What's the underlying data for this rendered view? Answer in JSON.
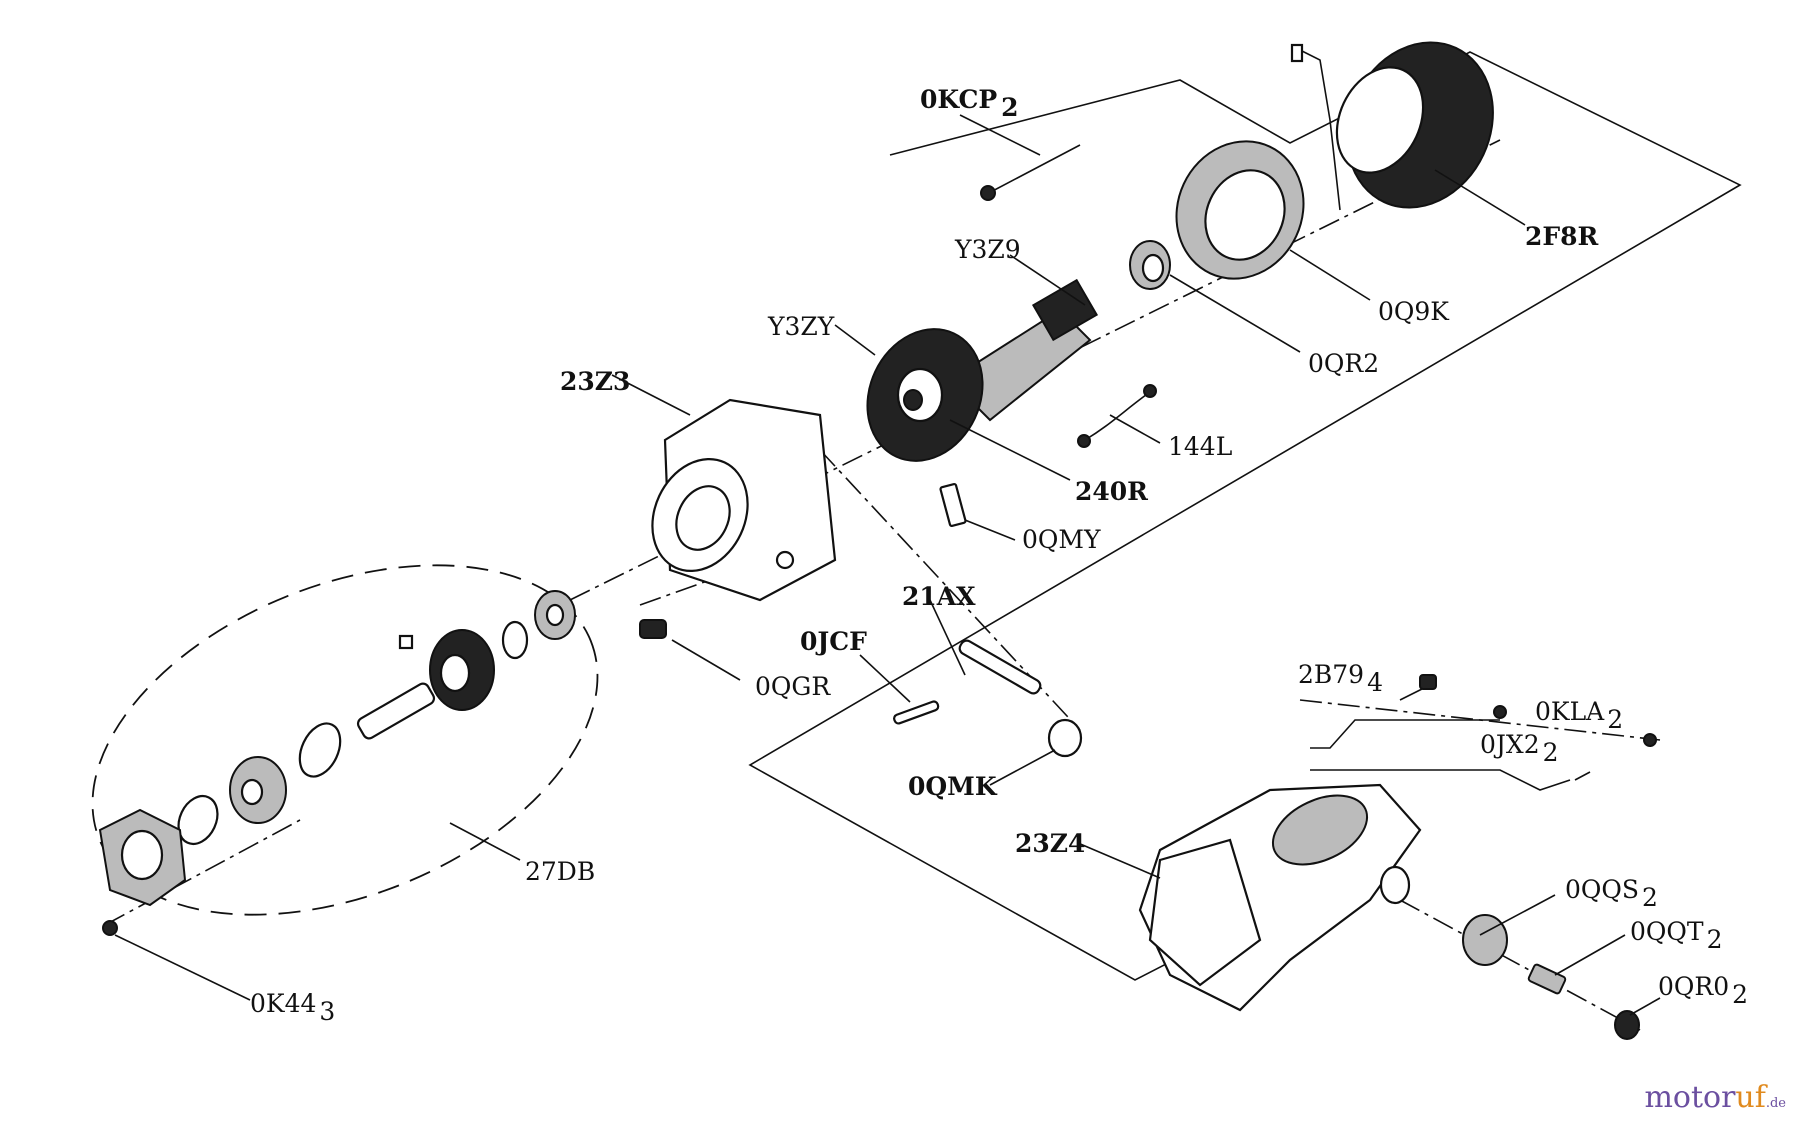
{
  "labels": {
    "okcp": "0KCP",
    "okcp_sub": "2",
    "f8r": "2F8R",
    "y3z9": "Y3Z9",
    "oq9k": "0Q9K",
    "y3zy": "Y3ZY",
    "oqr2": "0QR2",
    "z3": "23Z3",
    "l144": "144L",
    "r240": "240R",
    "oqmy": "0QMY",
    "ax21": "21AX",
    "ojcf": "0JCF",
    "oqgr": "0QGR",
    "b79": "2B79",
    "b79_sub": "4",
    "okla": "0KLA",
    "okla_sub": "2",
    "ojx2": "0JX2",
    "ojx2_sub": "2",
    "oqmk": "0QMK",
    "z4": "23Z4",
    "db27": "27DB",
    "oqqs": "0QQS",
    "oqqs_sub": "2",
    "oqqt": "0QQT",
    "oqqt_sub": "2",
    "oqro": "0QR0",
    "oqro_sub": "2",
    "ok44": "0K44",
    "ok44_sub": "3"
  },
  "watermark": {
    "part1": "motor",
    "part2": "uf",
    "part3": ".de"
  }
}
